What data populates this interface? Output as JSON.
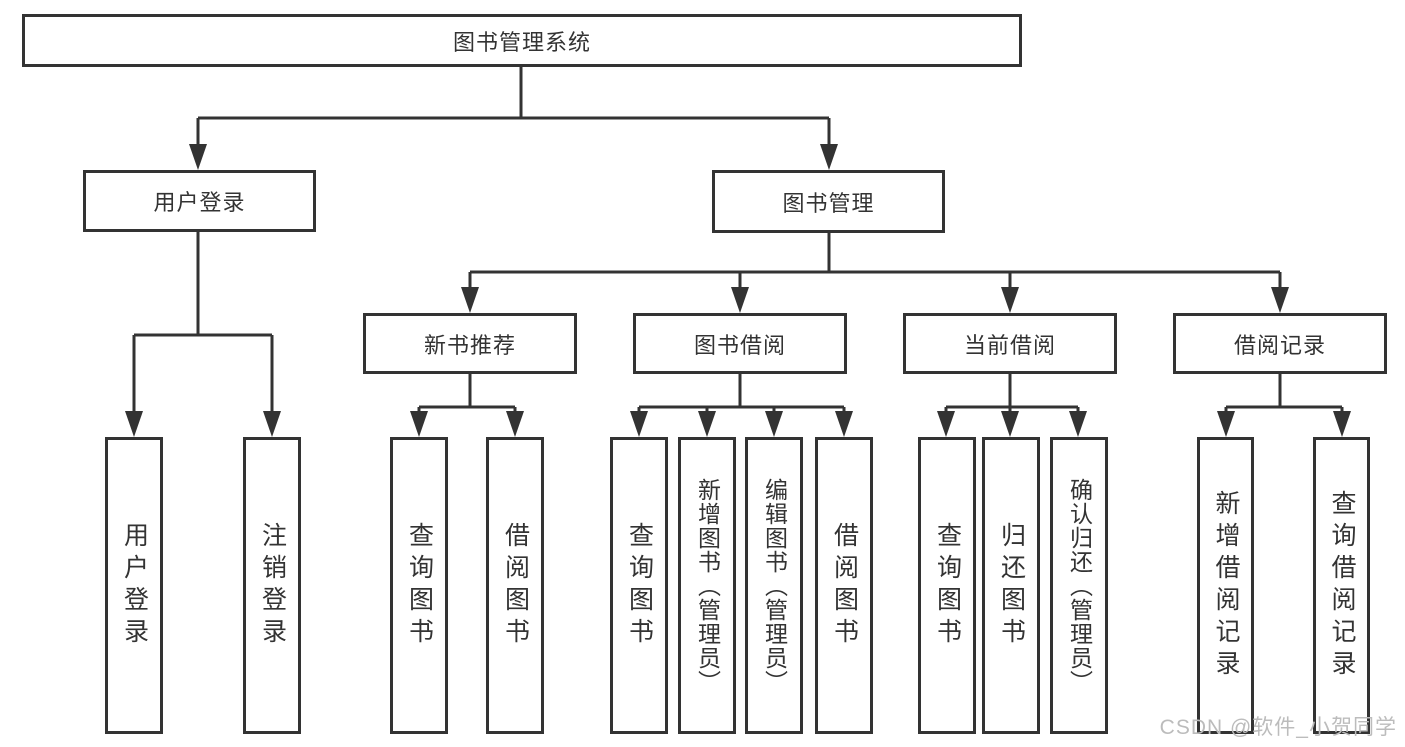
{
  "tree": {
    "label": "图书管理系统",
    "children": [
      {
        "label": "用户登录",
        "children": [
          {
            "label": "用户登录"
          },
          {
            "label": "注销登录"
          }
        ]
      },
      {
        "label": "图书管理",
        "children": [
          {
            "label": "新书推荐",
            "children": [
              {
                "label": "查询图书"
              },
              {
                "label": "借阅图书"
              }
            ]
          },
          {
            "label": "图书借阅",
            "children": [
              {
                "label": "查询图书"
              },
              {
                "label": "新增图书（管理员）"
              },
              {
                "label": "编辑图书（管理员）"
              },
              {
                "label": "借阅图书"
              }
            ]
          },
          {
            "label": "当前借阅",
            "children": [
              {
                "label": "查询图书"
              },
              {
                "label": "归还图书"
              },
              {
                "label": "确认归还（管理员）"
              }
            ]
          },
          {
            "label": "借阅记录",
            "children": [
              {
                "label": "新增借阅记录"
              },
              {
                "label": "查询借阅记录"
              }
            ]
          }
        ]
      }
    ]
  },
  "watermark": "CSDN @软件_小贺同学",
  "colors": {
    "line": "#333333",
    "box_border": "#333333",
    "text": "#333333",
    "watermark": "#bcbcbc",
    "background": "#ffffff"
  }
}
